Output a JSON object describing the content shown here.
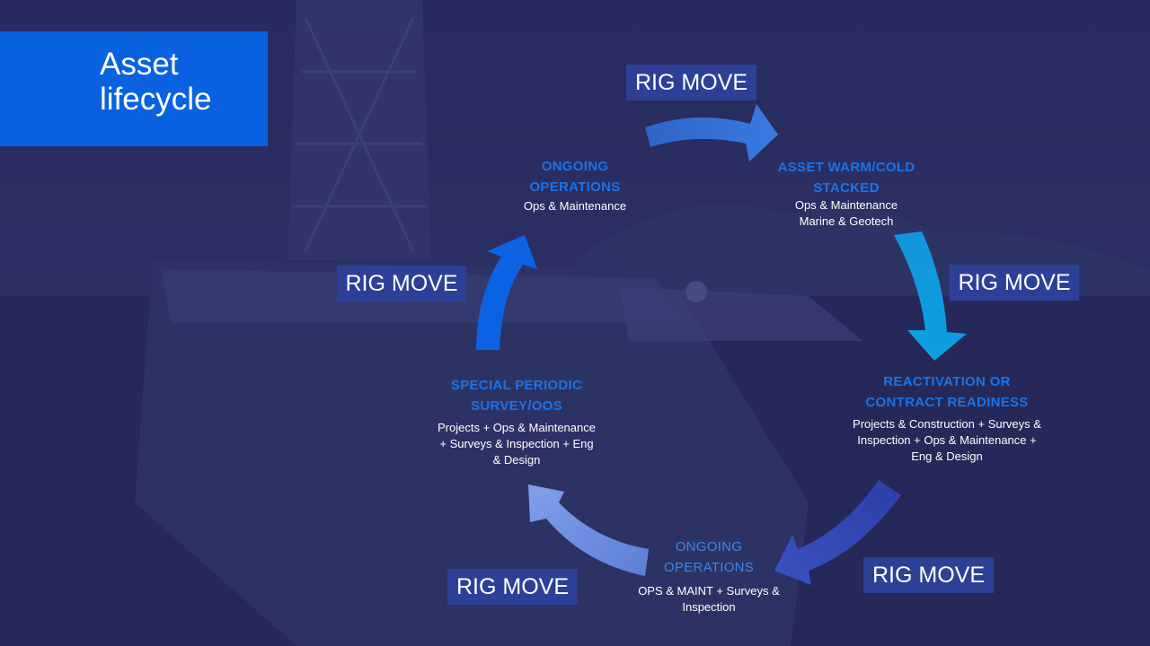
{
  "title": "Asset lifecycle",
  "rig_move_label": "RIG MOVE",
  "stages": {
    "ongoing_top": {
      "title": "ONGOING OPERATIONS",
      "desc": "Ops & Maintenance"
    },
    "stacked": {
      "title": "ASSET WARM/COLD STACKED",
      "desc": "Ops & Maintenance Marine & Geotech"
    },
    "reactivation": {
      "title": "REACTIVATION OR CONTRACT READINESS",
      "desc": "Projects & Construction + Surveys & Inspection + Ops & Maintenance + Eng & Design"
    },
    "ongoing_bottom": {
      "title": "ONGOING OPERATIONS",
      "desc": "OPS & MAINT + Surveys & Inspection"
    },
    "special_survey": {
      "title": "SPECIAL PERIODIC SURVEY/OOS",
      "desc": "Projects + Ops & Maintenance + Surveys & Inspection + Eng & Design"
    }
  },
  "colors": {
    "background": "#262a5c",
    "title_box": "#0a62e0",
    "rig_box": "#2d3f97",
    "stage_title": "#1a73e8"
  }
}
